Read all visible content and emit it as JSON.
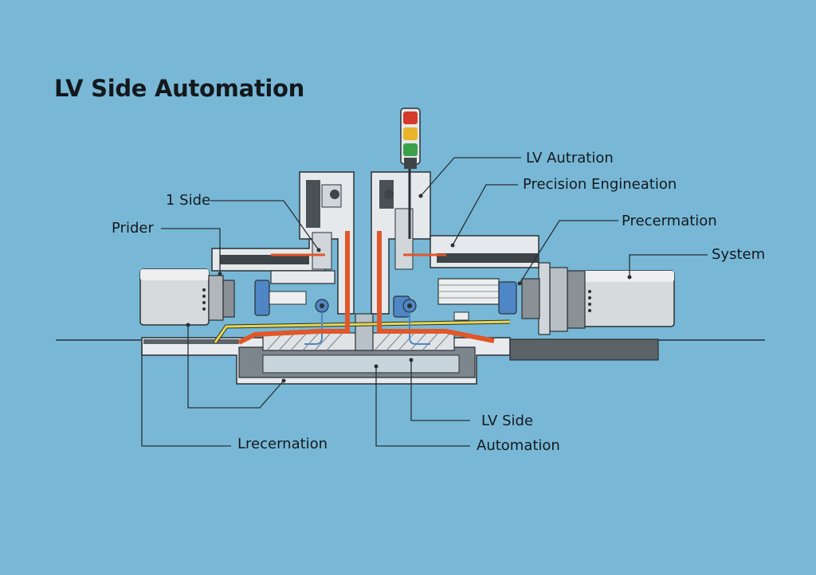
{
  "title": "LV Side Automation",
  "callouts": {
    "side": "1 Side",
    "prider": "Prider",
    "lv_autration": "LV Autration",
    "precision_engineation": "Precision Engineation",
    "precermation": "Precermation",
    "system": "System",
    "lv_side": "LV Side",
    "automation": "Automation",
    "lrecernation": "Lrecernation"
  },
  "colors": {
    "background": "#78b8d6",
    "stack_light": [
      "#d63a2a",
      "#e8b52a",
      "#3aa04a"
    ],
    "hot_line": "#e0572a",
    "cable": "#e8d84a",
    "actuator": "#4f86c6"
  }
}
